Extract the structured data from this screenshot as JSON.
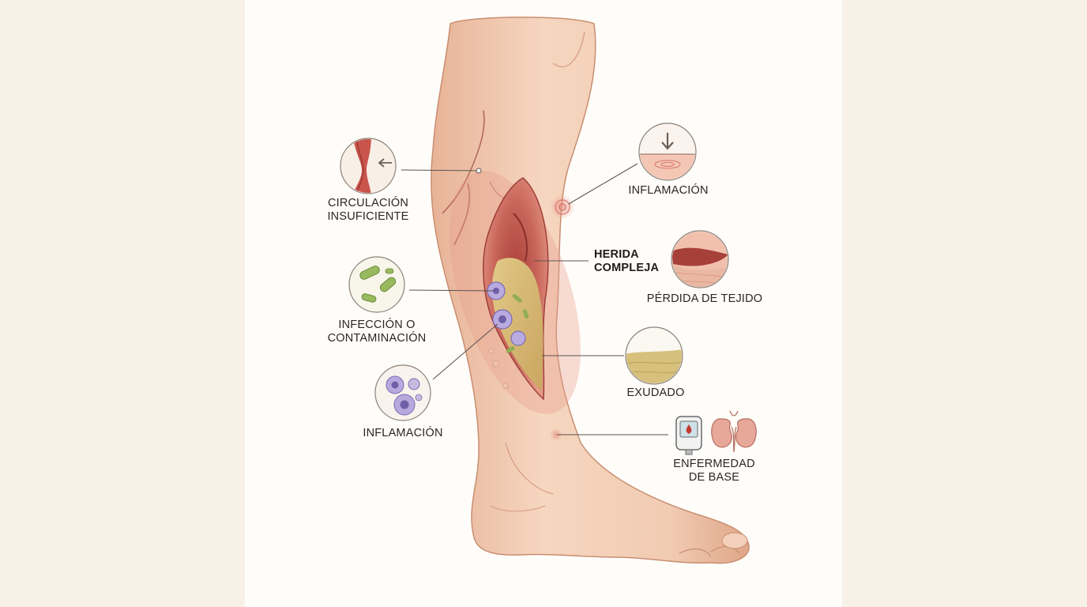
{
  "labels": {
    "circulacion": [
      "CIRCULACIÓN",
      "INSUFICIENTE"
    ],
    "infeccion": [
      "INFECCIÓN O",
      "CONTAMINACIÓN"
    ],
    "inflamacion_left": [
      "INFLAMACIÓN"
    ],
    "inflamacion_right": [
      "INFLAMACIÓN"
    ],
    "herida": [
      "HERIDA",
      "COMPLEJA"
    ],
    "perdida": [
      "PÉRDIDA DE TEJIDO"
    ],
    "exudado": [
      "EXUDADO"
    ],
    "enfermedad": [
      "ENFERMEDAD",
      "DE BASE"
    ]
  },
  "colors": {
    "background": "#f7f1e6",
    "paper": "#fffdf9",
    "skin": "#f2cdb5",
    "skin_shadow": "#dba689",
    "wound": "#c65a4f",
    "slough": "#d8c27a",
    "line": "#5a5350",
    "bacteria": "#8fae55",
    "cell": "#9b8dc9"
  },
  "icons": {
    "circulacion": "vein-narrowing-icon",
    "infeccion": "bacteria-icon",
    "inflamacion_left": "inflammatory-cells-icon",
    "inflamacion_right": "skin-pressure-icon",
    "perdida": "tissue-loss-icon",
    "exudado": "exudate-icon",
    "enfermedad": [
      "glucometer-icon",
      "kidney-icon"
    ]
  }
}
